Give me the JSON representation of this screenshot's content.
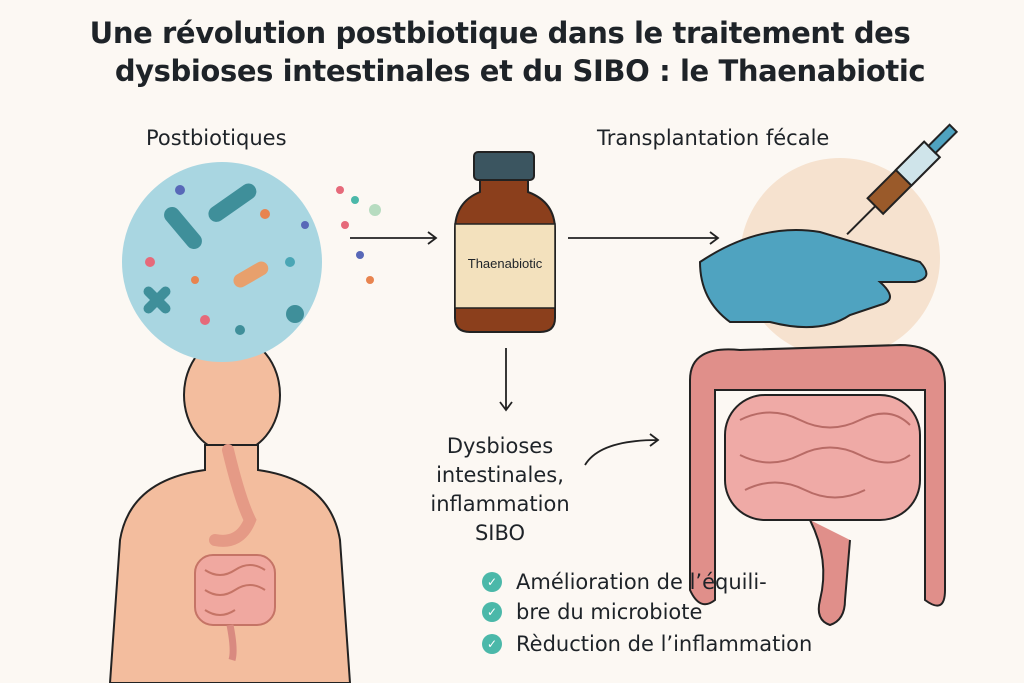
{
  "title": {
    "line1": "Une révolution postbiotique dans le traitement des",
    "line2": "dysbioses intestinales et du SIBO : le Thaenabiotic"
  },
  "labels": {
    "postbiotiques": "Postbiotiques",
    "transplantation": "Transplantation fécale",
    "bottle": "Thaenabiotic"
  },
  "conditions": [
    "Dysbioses",
    "intestinales,",
    "inflammation",
    "SIBO"
  ],
  "benefits": [
    {
      "icon": "check-circle-icon",
      "text": "Amélioration de l’équili-"
    },
    {
      "icon": "check-circle-icon",
      "text": "bre du microbiote"
    },
    {
      "icon": "check-circle-icon",
      "text": "Rèduction de l’inflammation"
    }
  ],
  "colors": {
    "background": "#fcf8f3",
    "check": "#4bb8a9",
    "bottle": "#8b3f1c",
    "glove": "#4fa3c0",
    "intestine": "#e08f8a"
  }
}
